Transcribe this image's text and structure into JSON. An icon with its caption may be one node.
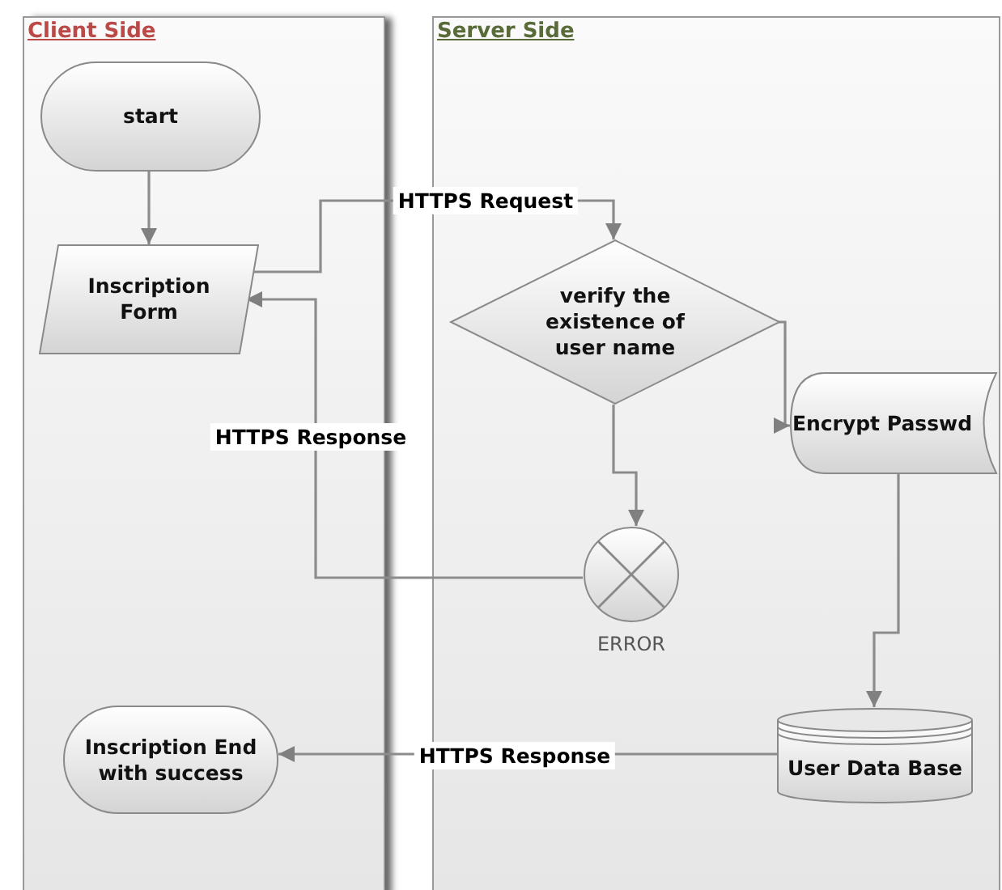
{
  "diagram": {
    "nodes": [
      {
        "text": [
          "Client Side"
        ]
      },
      {
        "text": [
          "Server Side"
        ]
      },
      {
        "text": [
          "start"
        ],
        "in": 0
      },
      {
        "text": [
          "Inscription Form"
        ],
        "in": 0
      },
      {
        "text": [
          "verify the existence of user name"
        ],
        "in": 1
      },
      {
        "text": [
          "Encrypt Passwd"
        ],
        "in": 1
      },
      {
        "text": [],
        "shape": "circle",
        "in": 1,
        "beside": [
          "ERROR"
        ]
      },
      {
        "text": [
          "User Data Base"
        ],
        "in": 1
      },
      {
        "text": [
          "Inscription End with success"
        ],
        "in": 0
      }
    ],
    "edges": [
      {
        "from": 2,
        "to": 3,
        "arrow": "to"
      },
      {
        "from": 3,
        "to": 4,
        "arrow": "to",
        "label": "HTTPS Request"
      },
      {
        "from": 4,
        "to": 5,
        "arrow": "to"
      },
      {
        "from": 4,
        "to": 6,
        "arrow": "to"
      },
      {
        "from": 6,
        "to": 3,
        "arrow": "to",
        "label": "HTTPS Response"
      },
      {
        "from": 5,
        "to": 7,
        "arrow": "to"
      },
      {
        "from": 7,
        "to": 8,
        "arrow": "to",
        "label": "HTTPS Response"
      }
    ]
  }
}
